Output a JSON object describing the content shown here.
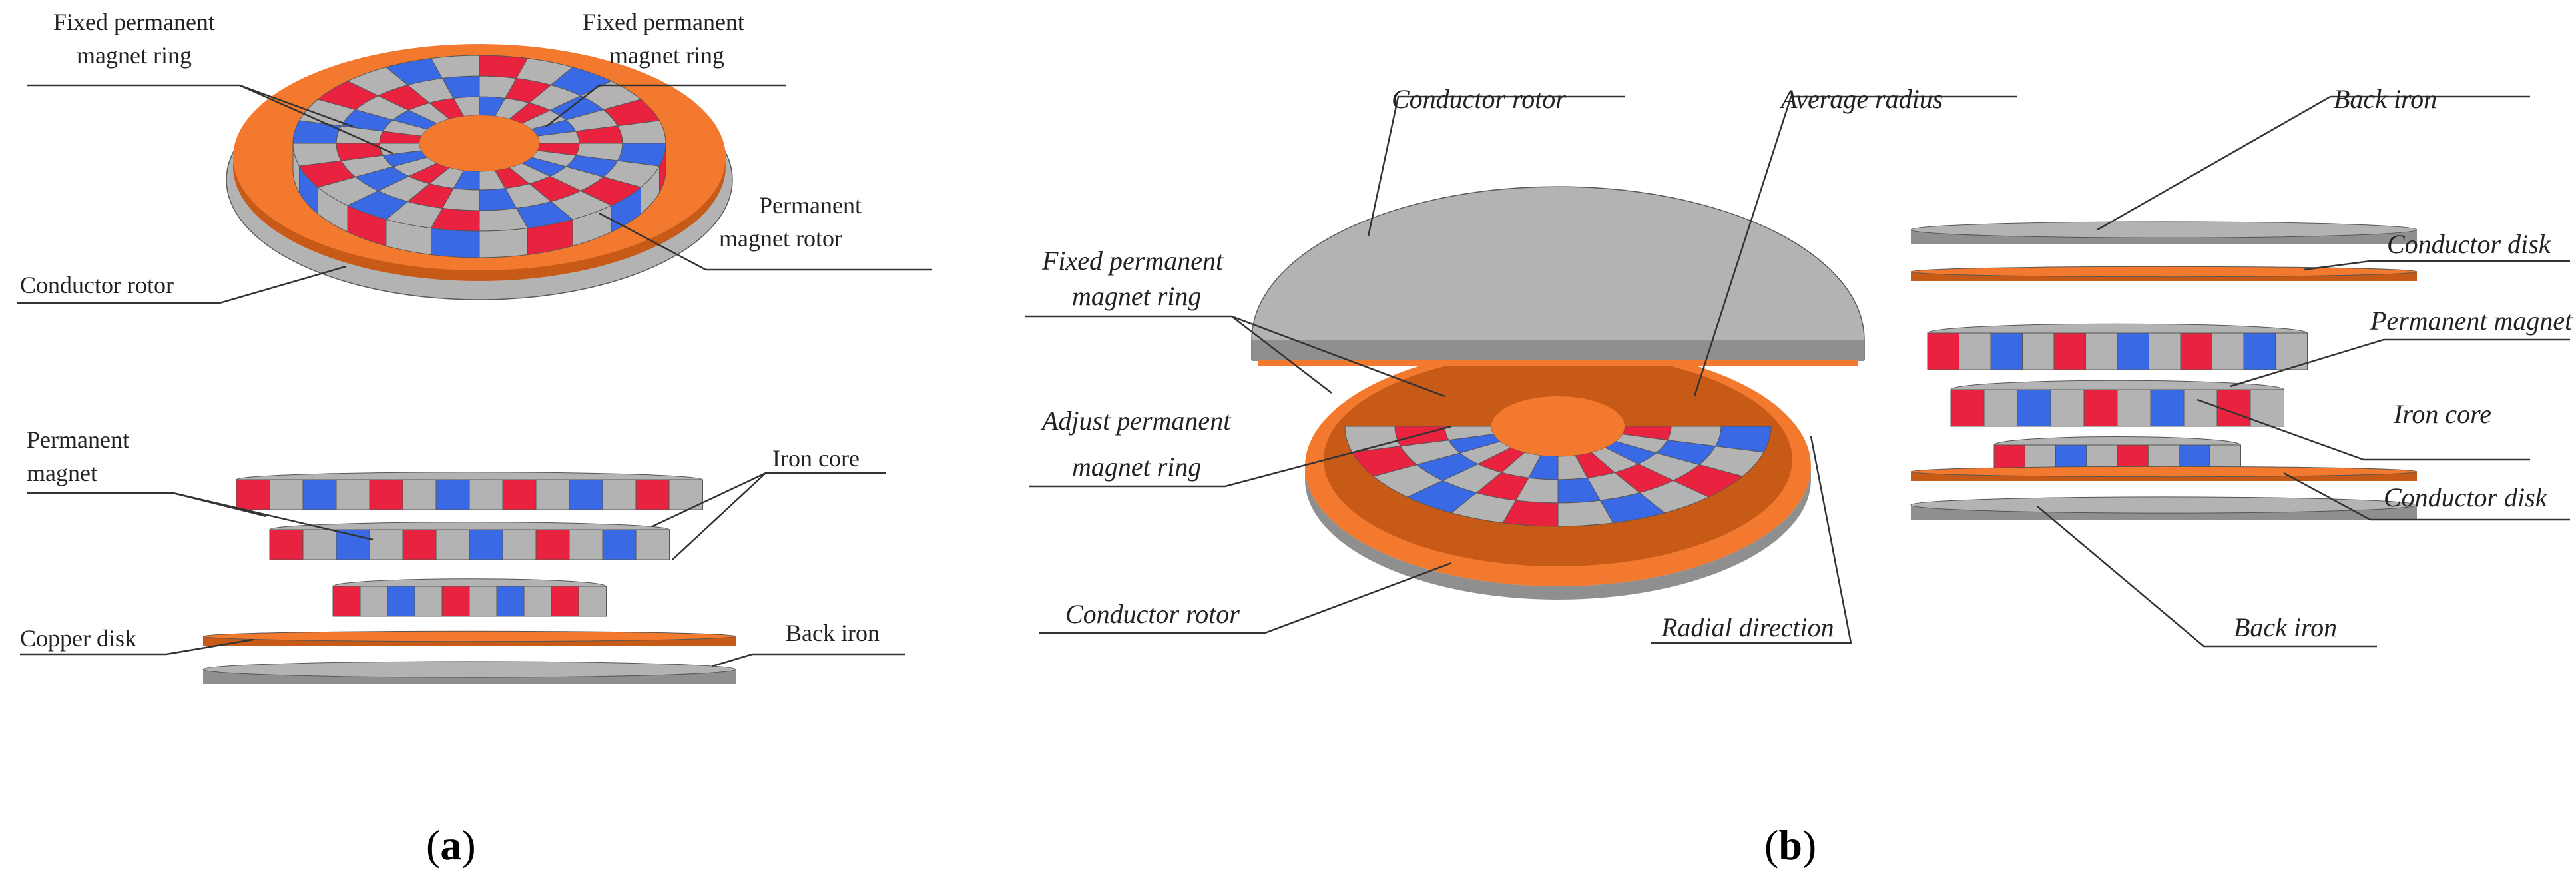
{
  "colors": {
    "north_pole": "#e8223f",
    "south_pole": "#3a69e6",
    "iron": "#b3b3b3",
    "iron_dark": "#8f8f8f",
    "copper": "#f2792d",
    "copper_dark": "#c85a18",
    "line": "#333333"
  },
  "panel_a": {
    "labels": {
      "fixed_ring_left": [
        "Fixed permanent",
        "magnet ring"
      ],
      "fixed_ring_right": [
        "Fixed permanent",
        "magnet ring"
      ],
      "pm_rotor": [
        "Permanent",
        "magnet rotor"
      ],
      "conductor_rotor": "Conductor rotor",
      "permanent_magnet": [
        "Permanent",
        "magnet"
      ],
      "iron_core": "Iron core",
      "copper_disk": "Copper disk",
      "back_iron": "Back iron"
    },
    "caption": {
      "open": "(",
      "letter": "a",
      "close": ")"
    }
  },
  "panel_b": {
    "labels": {
      "conductor_rotor_top": "Conductor rotor",
      "average_radius": "Average radius",
      "back_iron_top": "Back iron",
      "conductor_disk_top": "Conductor disk",
      "fixed_ring": [
        "Fixed permanent",
        "magnet ring"
      ],
      "permanent_magnet": "Permanent magnet",
      "adjust_ring": [
        "Adjust permanent",
        "magnet ring"
      ],
      "iron_core": "Iron core",
      "conductor_disk_bottom": "Conductor disk",
      "conductor_rotor_bottom": "Conductor rotor",
      "radial_direction": "Radial direction",
      "back_iron_bottom": "Back iron"
    },
    "caption": {
      "open": "(",
      "letter": "b",
      "close": ")"
    }
  }
}
